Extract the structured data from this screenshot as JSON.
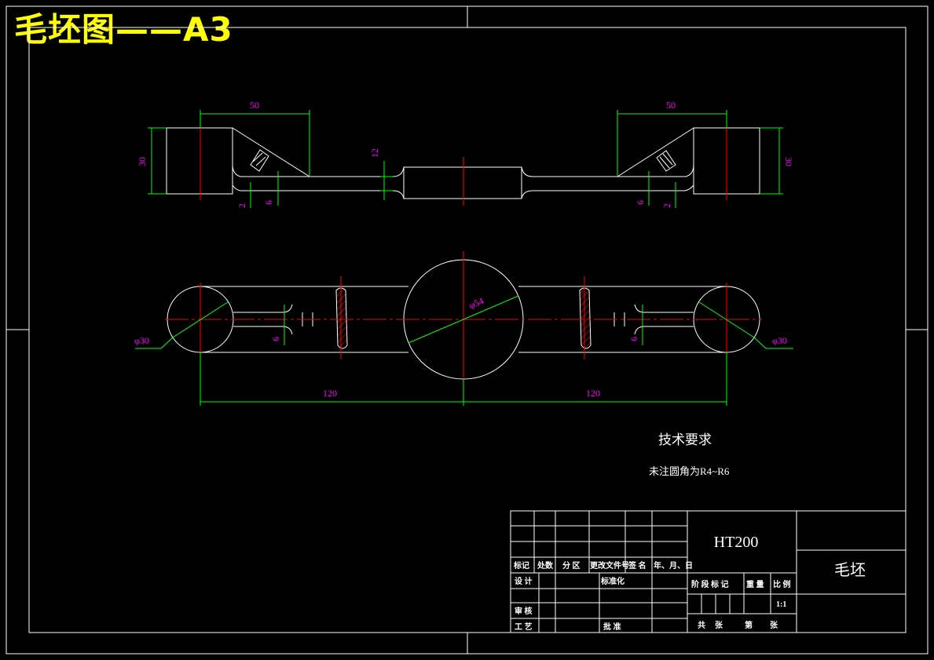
{
  "header": {
    "title": "毛坯图——A3"
  },
  "dimensions": {
    "top_left_width": "50",
    "top_right_width": "50",
    "left_height": "30",
    "right_height": "30",
    "center_height": "12",
    "left_small_2": "2",
    "left_small_6": "6",
    "right_small_6": "6",
    "right_small_2": "2",
    "left_dia": "φ30",
    "right_dia": "φ30",
    "center_dia": "φ54",
    "front_left_6": "6",
    "front_right_6": "6",
    "left_length": "120",
    "right_length": "120"
  },
  "notes": {
    "heading": "技术要求",
    "line1": "未注圆角为R4~R6"
  },
  "title_block": {
    "material": "HT200",
    "part_name": "毛坯",
    "scale": "1:1",
    "headers": [
      "标记",
      "处数",
      "分 区",
      "更改文件号",
      "签 名",
      "年、月、日"
    ],
    "design": "设 计",
    "standardize": "标准化",
    "review": "审 核",
    "process": "工 艺",
    "approve": "批 准",
    "stage_mark": "阶 段 标 记",
    "weight": "重 量",
    "ratio": "比 例",
    "total": "共",
    "sheets": "张",
    "sheet_no": "第",
    "sheets2": "张"
  },
  "colors": {
    "background": "#000000",
    "lines": "#ffffff",
    "centerlines": "#ff0000",
    "dimlines": "#00ff00",
    "dimtext": "#ff00ff",
    "title": "#ffff00"
  }
}
